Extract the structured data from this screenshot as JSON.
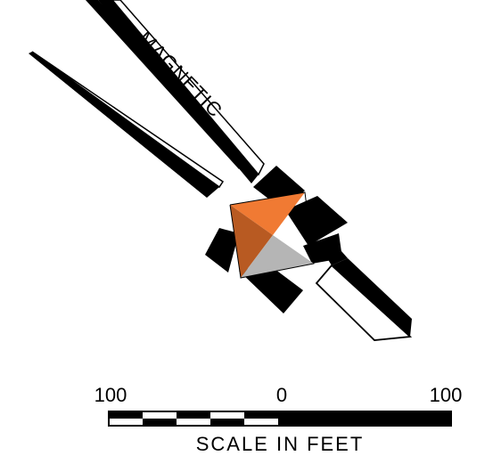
{
  "north_arrow": {
    "magnetic_label": "MAGNETIC",
    "colors": {
      "ink": "#000000",
      "paper": "#ffffff",
      "orange_light": "#f07a33",
      "orange_dark": "#b85a22",
      "gray": "#b5b5b5"
    }
  },
  "scale_bar": {
    "label_left": "100",
    "label_center": "0",
    "label_right": "100",
    "caption": "SCALE IN FEET"
  }
}
